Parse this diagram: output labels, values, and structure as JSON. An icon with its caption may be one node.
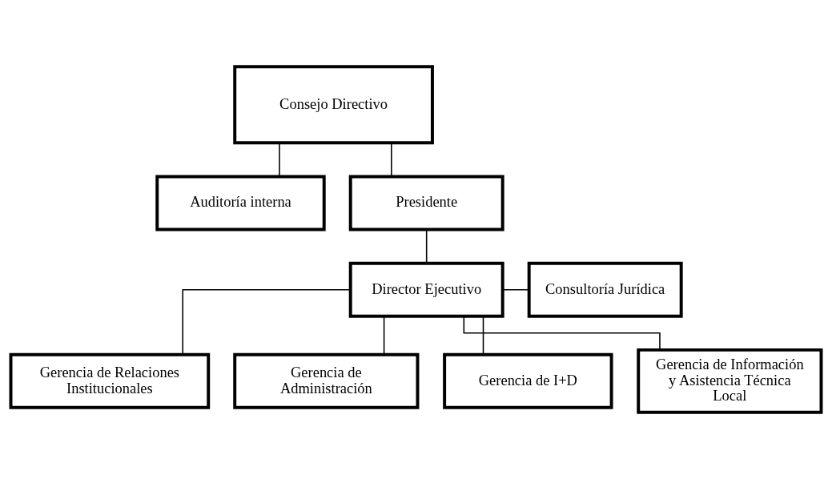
{
  "diagram": {
    "nodes": [
      {
        "text": [
          "Consejo Directivo"
        ]
      },
      {
        "text": [
          "Auditoría interna"
        ]
      },
      {
        "text": [
          "Presidente"
        ]
      },
      {
        "text": [
          "Director Ejecutivo"
        ]
      },
      {
        "text": [
          "Consultoría Jurídica"
        ]
      },
      {
        "text": [
          "Gerencia de Relaciones Institucionales"
        ]
      },
      {
        "text": [
          "Gerencia de Administración"
        ]
      },
      {
        "text": [
          "Gerencia de I+D"
        ]
      },
      {
        "text": [
          "Gerencia de Información y Asistencia Técnica Local"
        ]
      }
    ],
    "edges": [
      {
        "from": 0,
        "to": 2,
        "arrow": "none"
      },
      {
        "from": 0,
        "to": 1,
        "arrow": "none"
      },
      {
        "from": 2,
        "to": 3,
        "arrow": "none"
      },
      {
        "from": 3,
        "to": 4,
        "arrow": "none"
      },
      {
        "from": 3,
        "to": 5,
        "arrow": "none"
      },
      {
        "from": 3,
        "to": 6,
        "arrow": "none"
      },
      {
        "from": 3,
        "to": 7,
        "arrow": "none"
      },
      {
        "from": 3,
        "to": 8,
        "arrow": "none"
      }
    ]
  }
}
